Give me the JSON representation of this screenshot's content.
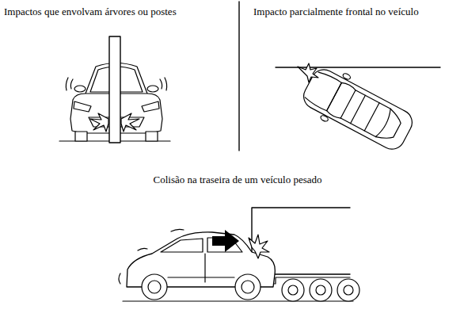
{
  "diagram": {
    "labels": [
      "Impactos que envolvam árvores ou postes",
      "Impacto parcialmente frontal no veículo",
      "Colisão na traseira de um veículo pesado"
    ]
  }
}
